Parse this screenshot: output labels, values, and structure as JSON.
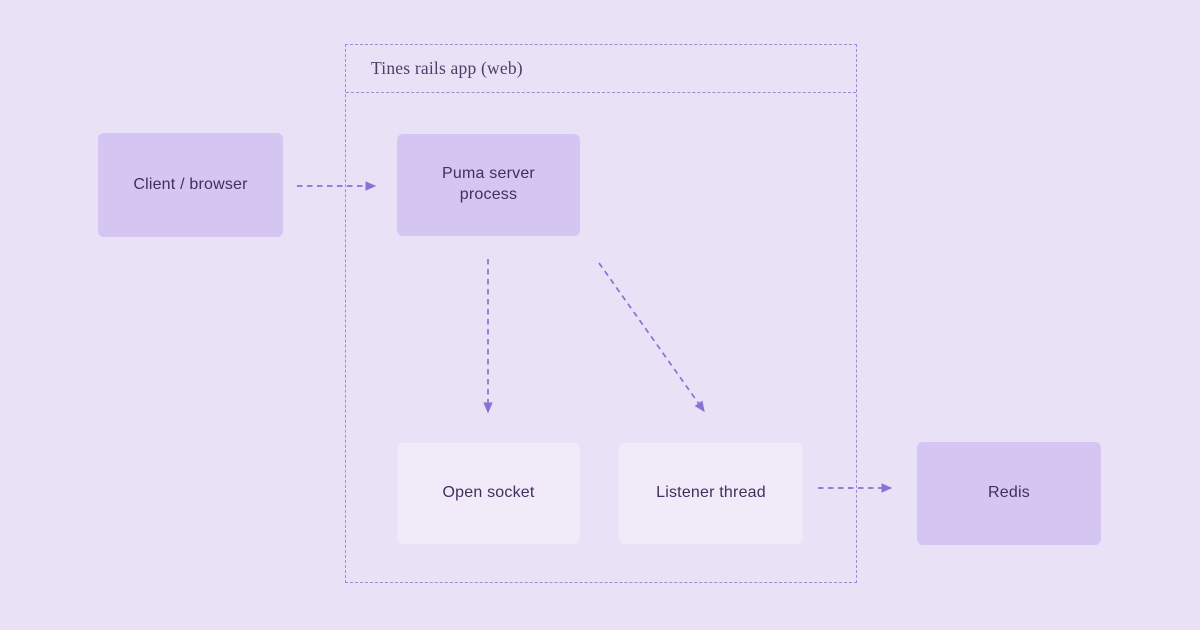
{
  "diagram": {
    "container": {
      "title": "Tines rails app (web)"
    },
    "nodes": {
      "client": {
        "label": "Client / browser",
        "style": "solid"
      },
      "puma": {
        "label": "Puma server process",
        "style": "solid"
      },
      "socket": {
        "label": "Open socket",
        "style": "light"
      },
      "listener": {
        "label": "Listener thread",
        "style": "light"
      },
      "redis": {
        "label": "Redis",
        "style": "solid"
      }
    },
    "edges": [
      {
        "from": "client",
        "to": "puma",
        "style": "dashed-arrow"
      },
      {
        "from": "puma",
        "to": "socket",
        "style": "dashed-arrow"
      },
      {
        "from": "puma",
        "to": "listener",
        "style": "dashed-arrow"
      },
      {
        "from": "listener",
        "to": "redis",
        "style": "dashed-arrow"
      }
    ],
    "colors": {
      "background": "#e9e1f5",
      "node_solid": "#d5c5f3",
      "node_light": "#f1eaf9",
      "node_text": "#412f5c",
      "container_border": "#9e8bd3",
      "title_text": "#4e3d68",
      "arrow": "#8b70d5"
    }
  }
}
